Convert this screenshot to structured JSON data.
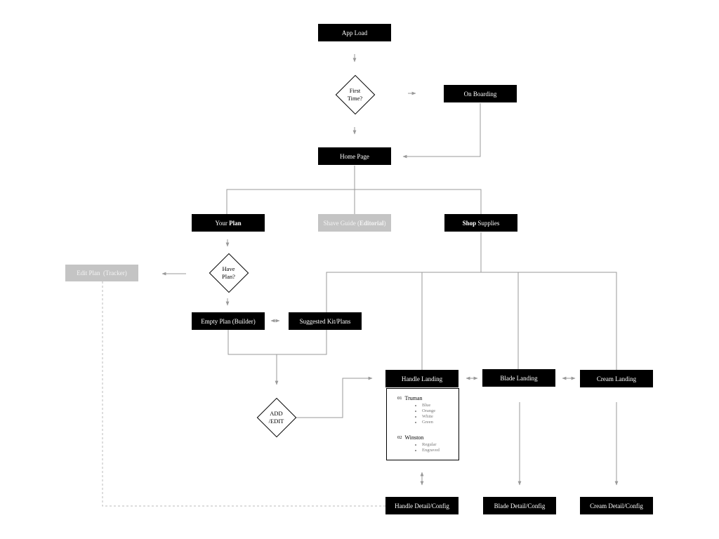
{
  "nodes": {
    "app_load": "App Load",
    "on_boarding": "On Boarding",
    "home_page": "Home Page",
    "your_plan": {
      "prefix": "Your ",
      "bold": "Plan"
    },
    "shave_guide": {
      "prefix": "Shave Guide (",
      "bold": "Editorial",
      "suffix": ")"
    },
    "shop_supplies": {
      "bold": "Shop",
      "suffix": " Supplies"
    },
    "edit_plan": "Edit Plan  (Tracker)",
    "empty_plan": "Empty Plan (Builder)",
    "suggested_kit": "Suggested Kit/Plans",
    "handle_landing": "Handle Landing",
    "blade_landing": "Blade Landing",
    "cream_landing": "Cream Landing",
    "handle_detail": "Handle Detail/Config",
    "blade_detail": "Blade Detail/Config",
    "cream_detail": "Cream Detail/Config"
  },
  "decisions": {
    "first_time": [
      "First",
      "Time?"
    ],
    "have_plan": [
      "Have",
      "Plan?"
    ],
    "add_edit": [
      "ADD",
      "/EDIT"
    ]
  },
  "handle_panel": {
    "groups": [
      {
        "num": "01",
        "name": "Truman",
        "options": [
          "Blue",
          "Orange",
          "White",
          "Green"
        ]
      },
      {
        "num": "02",
        "name": "Winston",
        "options": [
          "Regular",
          "Engraved"
        ]
      }
    ]
  },
  "colors": {
    "node_fill": "#000000",
    "node_text": "#ffffff",
    "secondary_fill": "#c4c4c4",
    "connector": "#999999"
  }
}
